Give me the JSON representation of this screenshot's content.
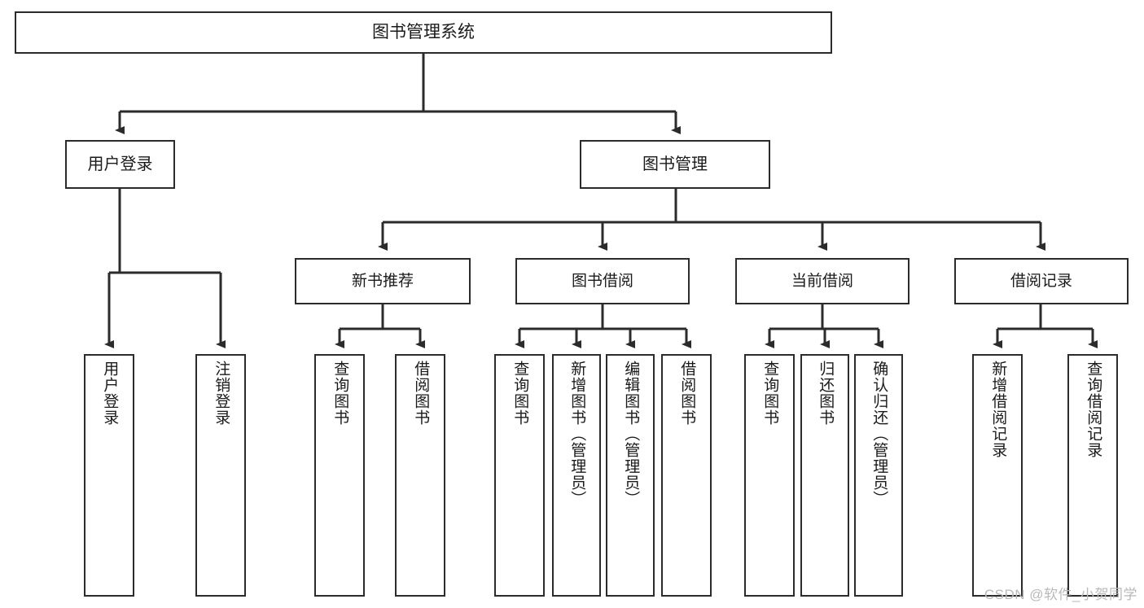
{
  "diagram": {
    "title": "图书管理系统",
    "type": "tree-hierarchy-chart",
    "watermark": "CSDN @软件_小贺同学",
    "colors": {
      "box_border": "#2b2b2b",
      "box_fill": "#ffffff",
      "edge": "#2b2b2b",
      "text": "#1a1a1a",
      "watermark": "#b9b9b9"
    },
    "root": {
      "label": "图书管理系统"
    },
    "level2": [
      {
        "label": "用户登录"
      },
      {
        "label": "图书管理"
      }
    ],
    "level3": [
      {
        "label": "新书推荐"
      },
      {
        "label": "图书借阅"
      },
      {
        "label": "当前借阅"
      },
      {
        "label": "借阅记录"
      }
    ],
    "leaves": {
      "user_login": [
        {
          "label": "用户登录"
        },
        {
          "label": "注销登录"
        }
      ],
      "new_book_recommend": [
        {
          "label": "查询图书"
        },
        {
          "label": "借阅图书"
        }
      ],
      "book_borrow": [
        {
          "label": "查询图书"
        },
        {
          "label": "新增图书（管理员）"
        },
        {
          "label": "编辑图书（管理员）"
        },
        {
          "label": "借阅图书"
        }
      ],
      "current_borrow": [
        {
          "label": "查询图书"
        },
        {
          "label": "归还图书"
        },
        {
          "label": "确认归还（管理员）"
        }
      ],
      "borrow_record": [
        {
          "label": "新增借阅记录"
        },
        {
          "label": "查询借阅记录"
        }
      ]
    }
  }
}
